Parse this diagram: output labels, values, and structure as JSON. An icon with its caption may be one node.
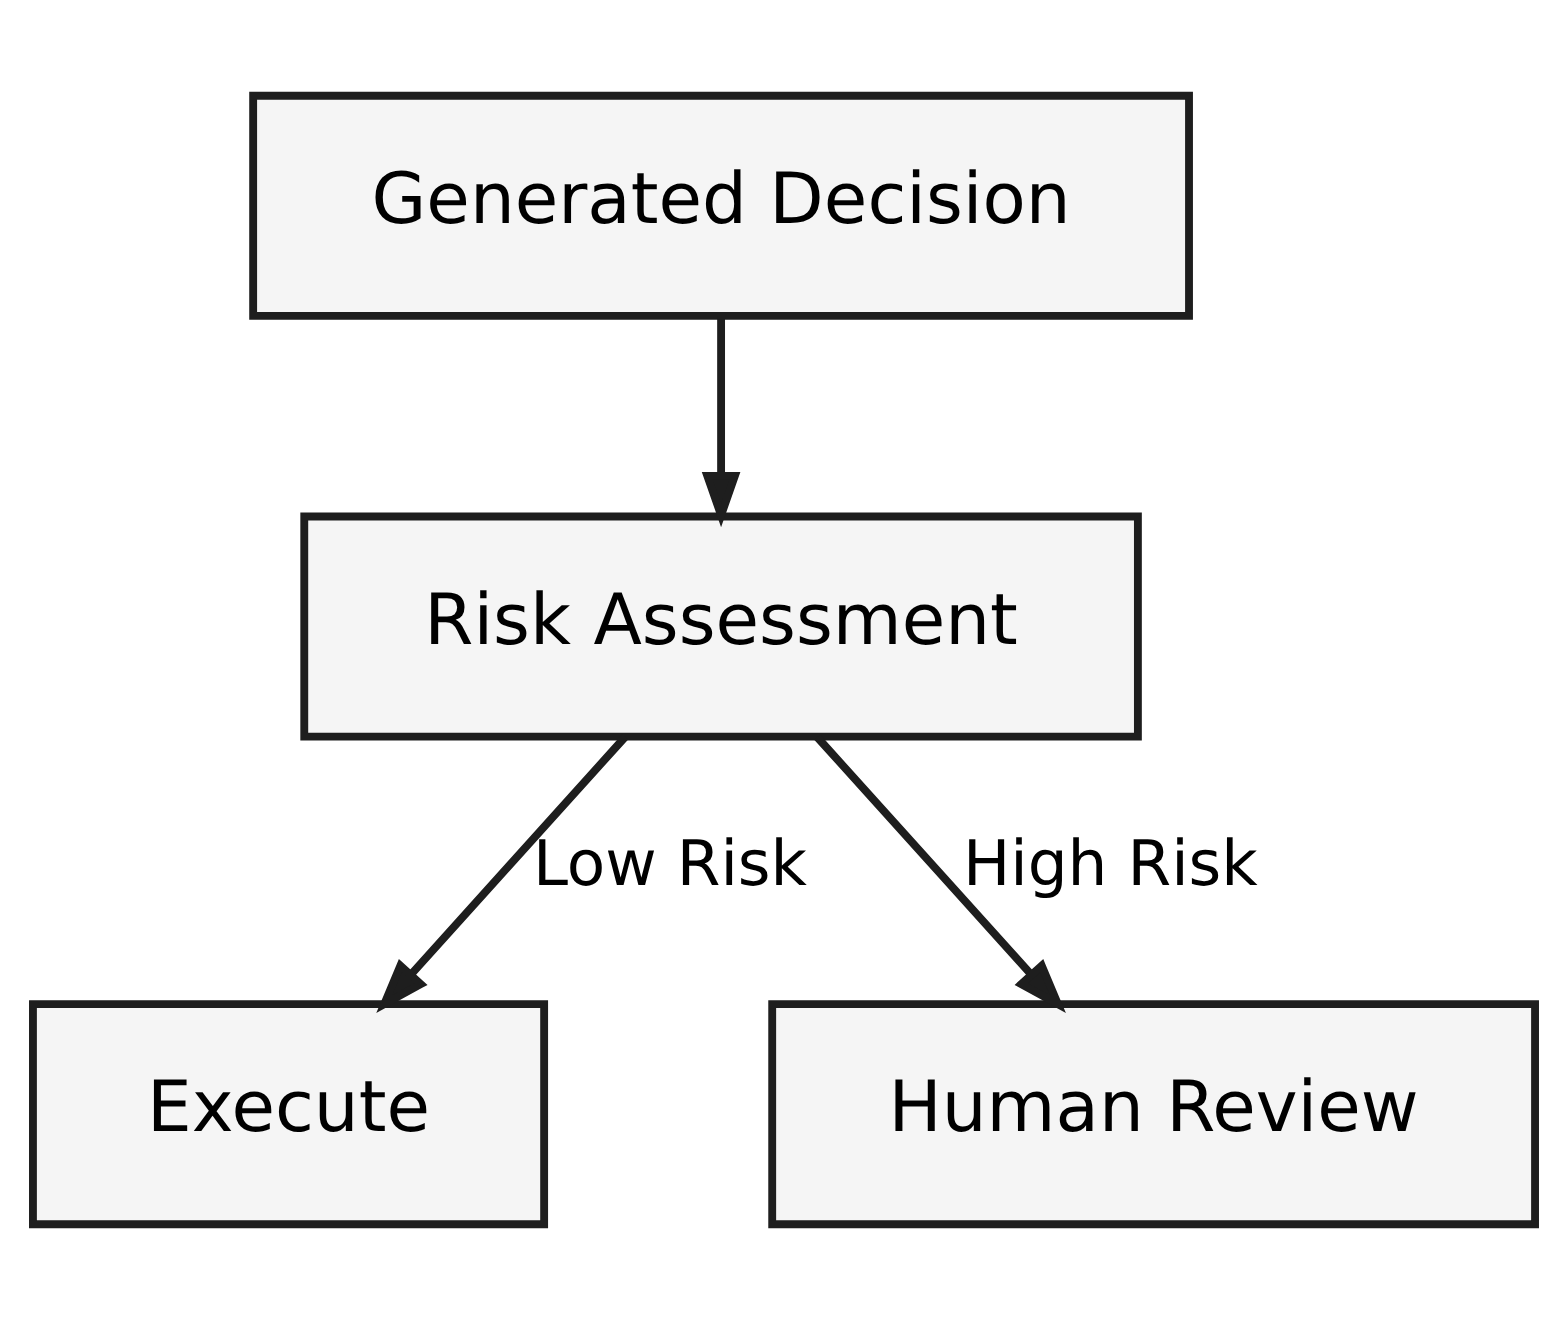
{
  "diagram": {
    "nodes": [
      {
        "text": [
          "Generated Decision"
        ]
      },
      {
        "text": [
          "Risk Assessment"
        ]
      },
      {
        "text": [
          "Execute"
        ]
      },
      {
        "text": [
          "Human Review"
        ]
      }
    ],
    "edges": [
      {
        "from": 0,
        "to": 1,
        "arrow": "to"
      },
      {
        "from": 1,
        "to": 2,
        "arrow": "to",
        "label": "Low Risk"
      },
      {
        "from": 1,
        "to": 3,
        "arrow": "to",
        "label": "High Risk"
      }
    ]
  }
}
